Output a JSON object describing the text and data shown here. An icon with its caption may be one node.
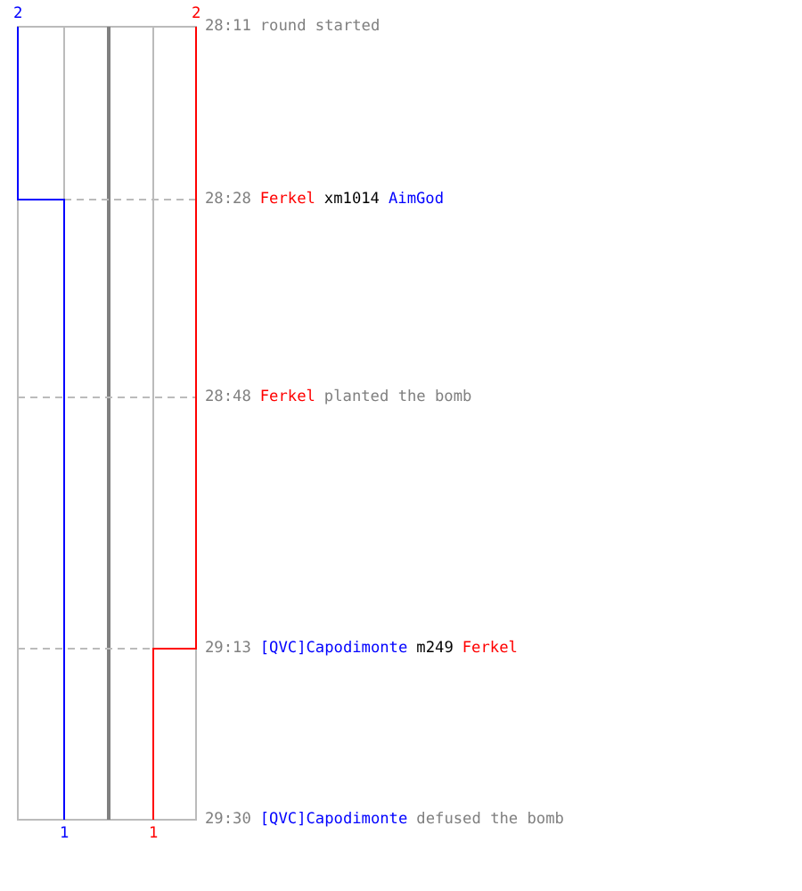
{
  "diagram": {
    "labels": [
      "2",
      "2",
      "28:11",
      "round started",
      "28:28",
      "Ferkel",
      "xm1014",
      "AimGod",
      "28:48",
      "Ferkel",
      "planted the bomb",
      "29:13",
      "[QVC]Capodimonte",
      "m249",
      "Ferkel",
      "29:30",
      "[QVC]Capodimonte",
      "defused the bomb",
      "1",
      "1"
    ]
  }
}
